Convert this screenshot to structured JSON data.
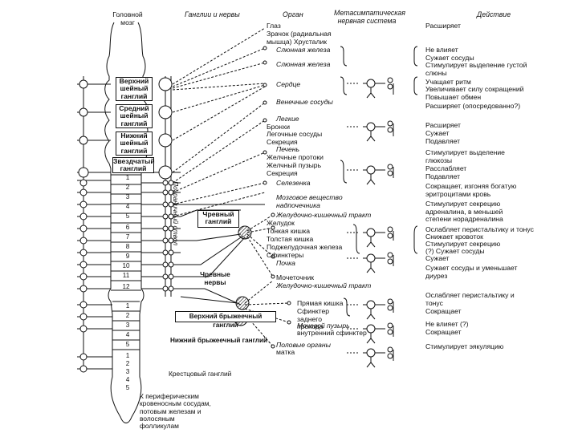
{
  "headers": {
    "brain": "Головной мозг",
    "ganglia": "Ганглии и нервы",
    "organ": "Орган",
    "metasympathetic": "Метасимпатическая нервная система",
    "action": "Действие"
  },
  "ganglia": {
    "upper_cervical": "Верхний шейный ганглий",
    "middle_cervical": "Средний шейный ганглий",
    "lower_cervical": "Нижний шейный ганглий",
    "stellate": "Звездчатый ганглий",
    "celiac": "Чревный ганглий",
    "celiac_nerves": "Чревные нервы",
    "upper_mesenteric": "Верхний брыжеечный ганглий",
    "lower_mesenteric": "Нижний брыжеечный ганглий",
    "sacral": "Крестцовый ганглий",
    "border_trunk": "Пограничный ствол",
    "peripheral_note": "К периферическим кровеносным сосудам, потовым железам и волосяным фолликулам"
  },
  "segments": {
    "thoracic": [
      "1",
      "2",
      "3",
      "4",
      "5",
      "6",
      "7",
      "8",
      "9",
      "10",
      "11",
      "12"
    ],
    "lumbar": [
      "1",
      "2",
      "3",
      "4",
      "5"
    ],
    "sacral": [
      "1",
      "2",
      "3",
      "4",
      "5"
    ]
  },
  "organs": {
    "eye": "Глаз",
    "pupil": "Зрачок (радиальная мышца) Хрусталик",
    "salivary1": "Слюнная железа",
    "salivary2": "Слюнная железа",
    "heart": "Сердце",
    "vessels": "Венечные сосуды",
    "lungs": "Легкие",
    "bronchi": "Бронхи",
    "lung_vessels": "Легочные сосуды",
    "secretion1": "Секреция",
    "liver": "Печень",
    "bile_ducts": "Желчные протоки",
    "gallbladder": "Желчный пузырь",
    "secretion2": "Секреция",
    "spleen": "Селезенка",
    "adrenal": "Мозговое вещество надпочечника",
    "gi_tract1": "Желудочно-кишечный тракт",
    "stomach": "Желудок",
    "small_int": "Тонкая кишка",
    "large_int": "Толстая кишка",
    "pancreas": "Поджелудочная железа",
    "sphincters": "Сфинктеры",
    "kidney": "Почка",
    "ureter": "Мочеточник",
    "gi_tract2": "Желудочно-кишечный тракт",
    "rectum": "Прямая кишка",
    "anal_sph": "Сфинктер заднего прохода",
    "bladder": "Мочевой пузырь",
    "inner_sph": "внутренний сфинктер",
    "genitals": "Половые органы",
    "uterus": "матка"
  },
  "actions": {
    "a1": "Расширяет",
    "a2": "Не влияет",
    "a3": "Сужает сосуды",
    "a4": "Стимулирует выделение густой слюны",
    "a5": "Учащает ритм",
    "a6": "Увеличивает силу сокращений",
    "a7": "Повышает обмен",
    "a8": "Расширяет (опосредованно?)",
    "a9": "Расширяет",
    "a10": "Сужает",
    "a11": "Подавляет",
    "a12": "Стимулирует выделение глюкозы",
    "a13": "Расслабляет",
    "a14": "Подавляет",
    "a15": "Сокращает, изгоняя богатую эритроцитами кровь",
    "a16": "Стимулирует секрецию адреналина, в меньшей степени норадреналина",
    "a17": "Ослабляет перистальтику и тонус",
    "a18": "Снижает кровоток",
    "a19": "Стимулирует секрецию",
    "a20": "(?) Сужает сосуды",
    "a21": "Сужает",
    "a22": "Сужает сосуды и уменьшает диурез",
    "a23": "Ослабляет перистальтику и тонус",
    "a24": "Сокращает",
    "a25": "Не влияет (?)",
    "a26": "Сокращает",
    "a27": "Стимулирует эякуляцию"
  }
}
